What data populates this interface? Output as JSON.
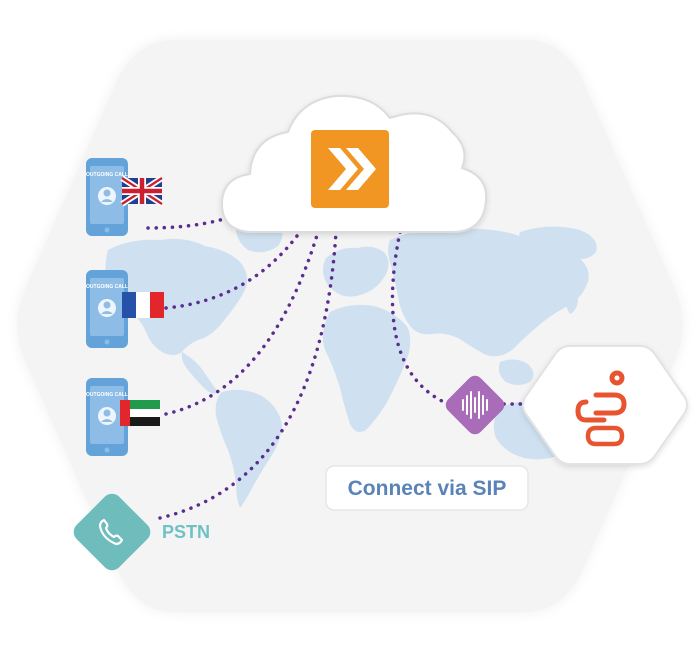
{
  "colors": {
    "hexagon_fill": "#f3f3f4",
    "map_fill": "#cfe1f0",
    "connector": "#5b2d8e",
    "cloud_fill": "#ffffff",
    "cloud_stroke": "#d6d6d8",
    "brand_tile": "#f29623",
    "sip_node": "#a86cb8",
    "genesys_red": "#e8542f",
    "pstn_teal": "#6fbcbd",
    "phone_body": "#64a3da"
  },
  "phones": [
    {
      "caption": "OUTGOING CALL",
      "flag": "united-kingdom"
    },
    {
      "caption": "OUTGOING CALL",
      "flag": "france"
    },
    {
      "caption": "OUTGOING CALL",
      "flag": "united-arab-emirates"
    }
  ],
  "labels": {
    "connect_sip": "Connect via SIP",
    "pstn": "PSTN"
  },
  "icons": {
    "cloud_logo": "chevron-double-right-icon",
    "sip_node": "sound-wave-icon",
    "destination": "genesys-logo-icon",
    "pstn": "telephone-handset-icon"
  }
}
